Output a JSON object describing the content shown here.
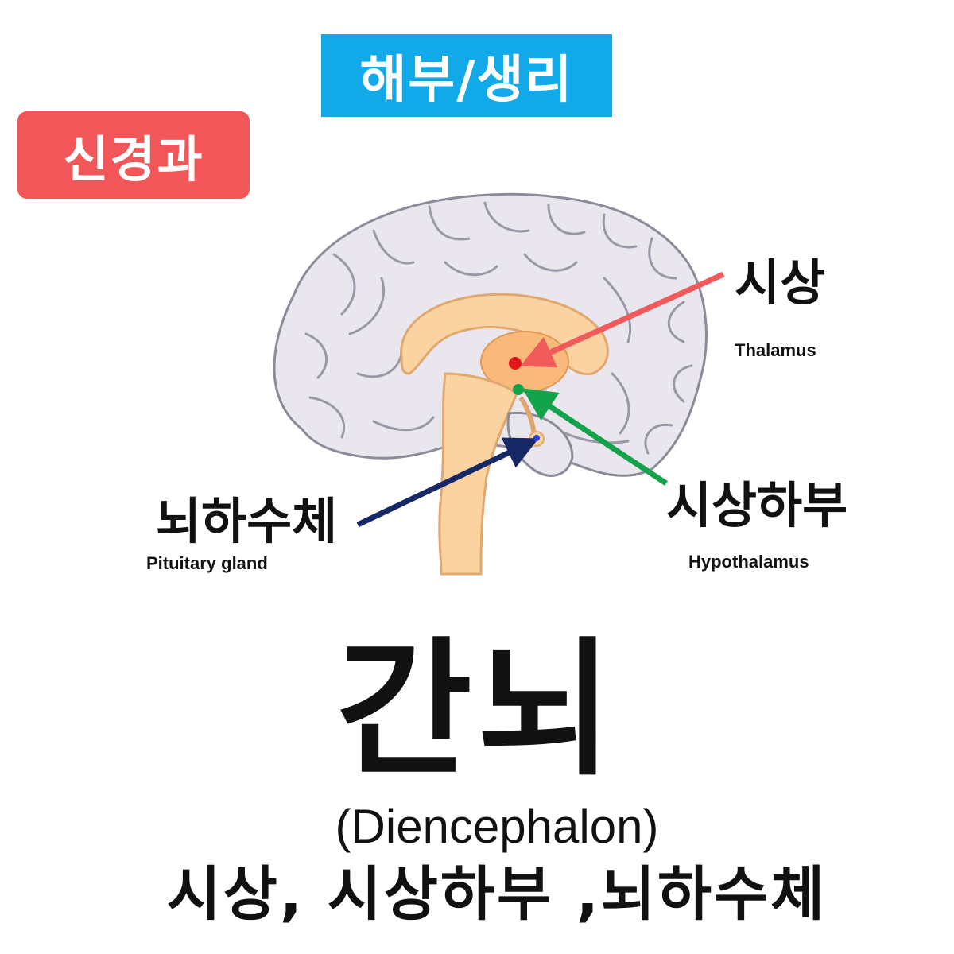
{
  "header": {
    "topic": "해부/생리",
    "category": "신경과"
  },
  "diagram": {
    "labels": {
      "thalamus_ko": "시상",
      "thalamus_en": "Thalamus",
      "hypothalamus_ko": "시상하부",
      "hypothalamus_en": "Hypothalamus",
      "pituitary_ko": "뇌하수체",
      "pituitary_en": "Pituitary gland"
    },
    "colors": {
      "thalamus_arrow": "#f05a5b",
      "hypothalamus_arrow": "#13a34a",
      "pituitary_arrow": "#172867",
      "thalamus_dot": "#e3161a",
      "hypothalamus_dot": "#13a34a",
      "pituitary_dot": "#2a3bd6"
    }
  },
  "title": {
    "main": "간뇌",
    "english": "(Diencephalon)",
    "parts": "시상, 시상하부 ,뇌하수체"
  },
  "colors": {
    "topic_badge": "#12a9e9",
    "category_badge": "#f35658"
  }
}
